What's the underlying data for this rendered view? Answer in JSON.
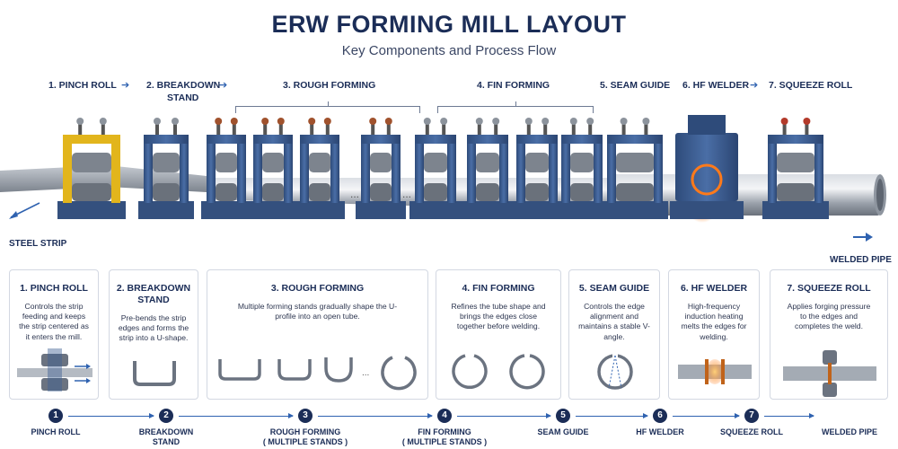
{
  "header": {
    "title": "ERW FORMING MILL LAYOUT",
    "subtitle": "Key Components and Process Flow"
  },
  "top_labels": {
    "pinch_roll": "1. PINCH ROLL",
    "breakdown_line1": "2. BREAKDOWN",
    "breakdown_line2": "STAND",
    "rough_forming": "3. ROUGH FORMING",
    "fin_forming": "4. FIN FORMING",
    "seam_guide": "5. SEAM GUIDE",
    "hf_welder": "6. HF WELDER",
    "squeeze_roll": "7. SQUEEZE ROLL"
  },
  "mill": {
    "steel_strip": "STEEL STRIP",
    "welded_pipe": "WELDED PIPE",
    "ellipsis": "..."
  },
  "cards": [
    {
      "title": "1. PINCH ROLL",
      "title2": "",
      "text": "Controls the strip feeding and keeps the strip centered as it enters the mill."
    },
    {
      "title": "2. BREAKDOWN",
      "title2": "STAND",
      "text": "Pre-bends the strip edges and forms the strip into a U-shape."
    },
    {
      "title": "3. ROUGH FORMING",
      "title2": "",
      "text": "Multiple forming stands gradually shape the U-profile into an open tube.",
      "ellipsis": "..."
    },
    {
      "title": "4. FIN FORMING",
      "title2": "",
      "text": "Refines the tube shape and brings the edges close together before welding."
    },
    {
      "title": "5. SEAM GUIDE",
      "title2": "",
      "text": "Controls the edge alignment and maintains a stable V-angle."
    },
    {
      "title": "6. HF WELDER",
      "title2": "",
      "text": "High-frequency induction heating melts the edges for welding."
    },
    {
      "title": "7. SQUEEZE ROLL",
      "title2": "",
      "text": "Applies forging pressure to the edges and completes the weld."
    }
  ],
  "flow": [
    {
      "num": "1",
      "label": "PINCH ROLL",
      "label2": ""
    },
    {
      "num": "2",
      "label": "BREAKDOWN",
      "label2": "STAND"
    },
    {
      "num": "3",
      "label": "ROUGH FORMING",
      "label2": "( MULTIPLE STANDS )"
    },
    {
      "num": "4",
      "label": "FIN FORMING",
      "label2": "( MULTIPLE STANDS )"
    },
    {
      "num": "5",
      "label": "SEAM GUIDE",
      "label2": ""
    },
    {
      "num": "6",
      "label": "HF WELDER",
      "label2": ""
    },
    {
      "num": "7",
      "label": "SQUEEZE ROLL",
      "label2": ""
    },
    {
      "num": "",
      "label": "WELDED PIPE",
      "label2": ""
    }
  ],
  "colors": {
    "navy": "#1b2d57",
    "stand_blue": "#3e5f93",
    "pinch_yellow": "#e2b51c",
    "accent_arrow": "#2f62b0",
    "weld_glow": "#ff7a1a"
  }
}
